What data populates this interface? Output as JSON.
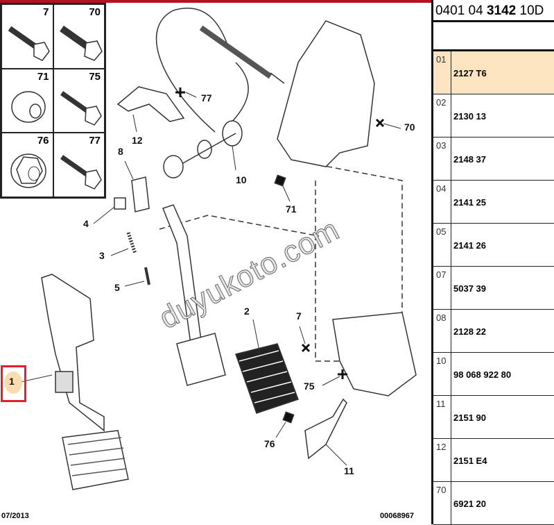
{
  "diagram": {
    "legend": [
      {
        "num": "7"
      },
      {
        "num": "70"
      },
      {
        "num": "71"
      },
      {
        "num": "75"
      },
      {
        "num": "76"
      },
      {
        "num": "77"
      }
    ],
    "callouts": [
      "1",
      "2",
      "3",
      "4",
      "5",
      "7",
      "8",
      "10",
      "11",
      "12",
      "70",
      "71",
      "75",
      "76",
      "77"
    ],
    "watermark": "duyukoto.com",
    "footer_left": "07/2013",
    "footer_right": "00068967",
    "highlighted": "1"
  },
  "table": {
    "title_pre": "0401 04 ",
    "title_bold": "3142",
    "title_post": " 10D",
    "rows": [
      {
        "idx": "01",
        "ref": "2127 T6",
        "selected": true
      },
      {
        "idx": "02",
        "ref": "2130 13"
      },
      {
        "idx": "03",
        "ref": "2148 37"
      },
      {
        "idx": "04",
        "ref": "2141 25"
      },
      {
        "idx": "05",
        "ref": "2141 26"
      },
      {
        "idx": "07",
        "ref": "5037 39"
      },
      {
        "idx": "08",
        "ref": "2128 22"
      },
      {
        "idx": "10",
        "ref": "98 068 922 80"
      },
      {
        "idx": "11",
        "ref": "2151 90"
      },
      {
        "idx": "12",
        "ref": "2151 E4"
      },
      {
        "idx": "70",
        "ref": "6921 20"
      }
    ]
  },
  "colors": {
    "highlight_border": "#e0202a",
    "selected_row": "#fce4c0",
    "top_line": "#b5121b"
  }
}
